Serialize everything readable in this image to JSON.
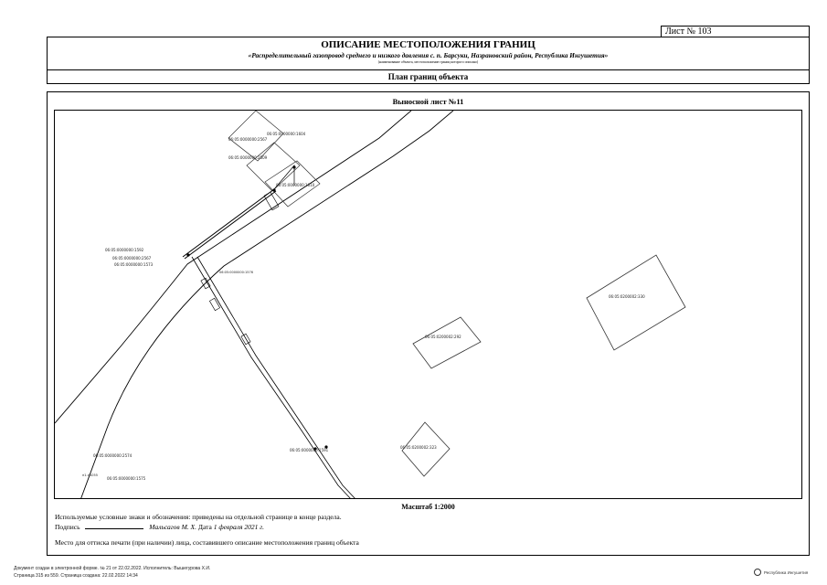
{
  "sheet": {
    "label": "Лист № 103"
  },
  "header": {
    "title": "ОПИСАНИЕ МЕСТОПОЛОЖЕНИЯ ГРАНИЦ",
    "subtitle": "«Распределительный газопровод среднего и низкого давления с. п. Барсуки, Назрановский район, Республика Ингушетия»",
    "note": "(наименование объекта, местоположение границ которого описано)",
    "section": "План границ объекта"
  },
  "main": {
    "title": "Выносной лист №11",
    "scale": "Масштаб 1:2000",
    "legend": "Используемые условные знаки и обозначения: приведены на отдельной странице в конце раздела.",
    "signature": {
      "label": "Подпись",
      "name": "Мальсагов М. Х.",
      "date_label": "Дата",
      "date_value": "1 февраля 2021 г."
    },
    "stamp_note": "Место для оттиска печати (при наличии) лица, составившего описание местоположения границ объекта"
  },
  "map": {
    "labels": {
      "a": "06:05:0000000:1604",
      "b": "06:05:0000000:2567",
      "c": "06:05:0000000:2509",
      "d": "06:05:0000000:1610",
      "e": "06:05:0000000:1592",
      "f": "06:05:0000000:2567",
      "g": "06:05:0000000:1573",
      "h": "06:05:0200002:330",
      "i": "06:05:0200002:292",
      "j": "06:05:0200002:323",
      "k": "06:05:0000000:1591",
      "l": "06:05:0000000:2574",
      "m": "06:05:0000000:1575",
      "n": "н1-н1055",
      "o": "06:05:0000000:1576"
    },
    "colors": {
      "line": "#000000",
      "parcel": "#333333"
    }
  },
  "footer": {
    "line1": "Документ создан в электронной форме. № 21 от 22.02.2022. Исполнитель: Вышегурова Х.И.",
    "line2": "Страница 315 из 559. Страница создана: 22.02.2022 14:34",
    "brand": "Республика Ингушетия"
  }
}
